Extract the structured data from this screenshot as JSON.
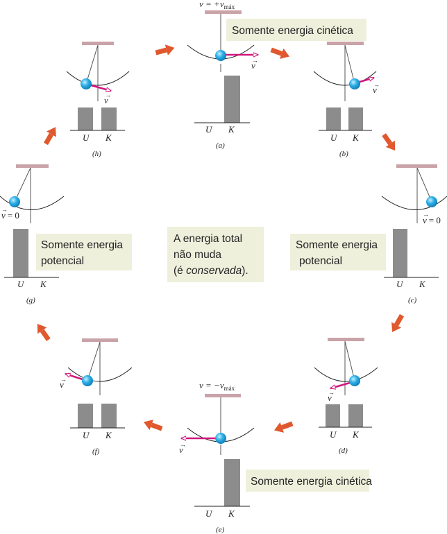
{
  "labels": {
    "somente_energia_cinetica": "Somente energia cinética",
    "somente_energia": "Somente energia",
    "potencial": "potencial",
    "energia_total_1": "A energia total",
    "energia_total_2": "não muda",
    "energia_total_3a": "(é ",
    "energia_total_3b": "conservada",
    "energia_total_3c": ").",
    "axis_u": "U",
    "axis_k": "K",
    "v_vec": "v",
    "v_equals_zero": "= 0",
    "v_plus_max": "v = +v",
    "v_minus_max": "v = −v",
    "max_sub": "máx"
  },
  "panels": [
    {
      "id": "a",
      "caption": "(a)",
      "U": 0.0,
      "K": 1.0,
      "velocity": "max +"
    },
    {
      "id": "b",
      "caption": "(b)",
      "U": 0.5,
      "K": 0.5,
      "velocity": "+"
    },
    {
      "id": "c",
      "caption": "(c)",
      "U": 1.0,
      "K": 0.0,
      "velocity": "0"
    },
    {
      "id": "d",
      "caption": "(d)",
      "U": 0.5,
      "K": 0.5,
      "velocity": "−"
    },
    {
      "id": "e",
      "caption": "(e)",
      "U": 0.0,
      "K": 1.0,
      "velocity": "max −"
    },
    {
      "id": "f",
      "caption": "(f)",
      "U": 0.5,
      "K": 0.5,
      "velocity": "−"
    },
    {
      "id": "g",
      "caption": "(g)",
      "U": 1.0,
      "K": 0.0,
      "velocity": "0"
    },
    {
      "id": "h",
      "caption": "(h)",
      "U": 0.5,
      "K": 0.5,
      "velocity": "+"
    }
  ],
  "colors": {
    "ceiling": "#c9a3a8",
    "bar": "#8c8c8c",
    "ball": "#2fb0e8",
    "velocity_arrow": "#d1177e",
    "cycle_arrow": "#e0582e",
    "box": "#eef0dc"
  }
}
